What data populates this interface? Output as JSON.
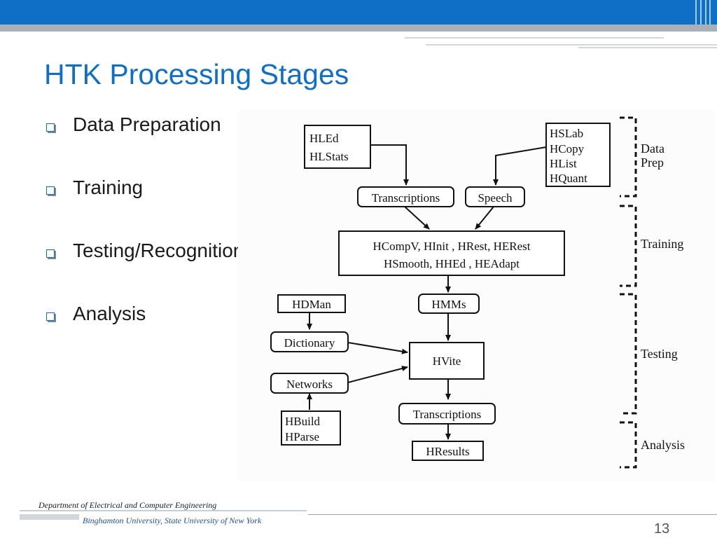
{
  "slide": {
    "title": "HTK Processing Stages",
    "bullets": [
      "Data Preparation",
      "Training",
      "Testing/Recognition",
      "Analysis"
    ],
    "page_number": "13"
  },
  "footer": {
    "department": "Department of Electrical and Computer Engineering",
    "university": "Binghamton University, State University of New York"
  },
  "diagram": {
    "hled_box": [
      "HLEd",
      "HLStats"
    ],
    "hslab_box": [
      "HSLab",
      "HCopy",
      "HList",
      "HQuant"
    ],
    "transcriptions_top": "Transcriptions",
    "speech": "Speech",
    "training_box": [
      "HCompV, HInit , HRest, HERest",
      "HSmooth, HHEd , HEAdapt"
    ],
    "hdman": "HDMan",
    "hmms": "HMMs",
    "dictionary": "Dictionary",
    "hvite": "HVite",
    "networks": "Networks",
    "transcriptions_bottom": "Transcriptions",
    "hbuild_box": [
      "HBuild",
      "HParse"
    ],
    "hresults": "HResults",
    "stages": {
      "data_prep": [
        "Data",
        "Prep"
      ],
      "training": "Training",
      "testing": "Testing",
      "analysis": "Analysis"
    }
  }
}
